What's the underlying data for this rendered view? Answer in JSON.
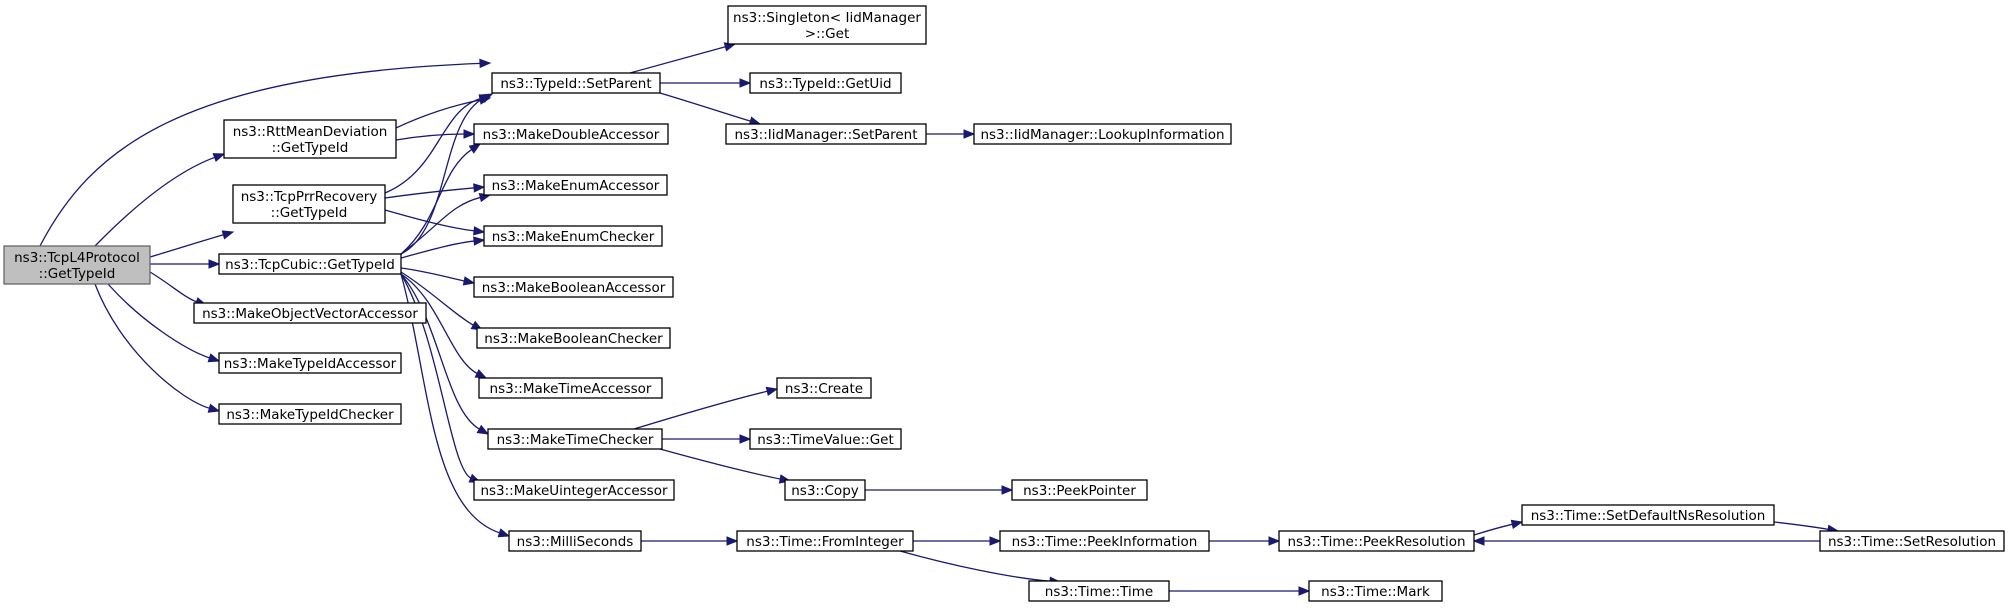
{
  "nodes": [
    {
      "id": "root",
      "lines": [
        "ns3::TcpL4Protocol",
        "::GetTypeId"
      ],
      "root": true
    },
    {
      "id": "rtt",
      "lines": [
        "ns3::RttMeanDeviation",
        "::GetTypeId"
      ]
    },
    {
      "id": "prr",
      "lines": [
        "ns3::TcpPrrRecovery",
        "::GetTypeId"
      ]
    },
    {
      "id": "cubic",
      "lines": [
        "ns3::TcpCubic::GetTypeId"
      ]
    },
    {
      "id": "movacc",
      "lines": [
        "ns3::MakeObjectVectorAccessor"
      ]
    },
    {
      "id": "tidacc",
      "lines": [
        "ns3::MakeTypeIdAccessor"
      ]
    },
    {
      "id": "tidchk",
      "lines": [
        "ns3::MakeTypeIdChecker"
      ]
    },
    {
      "id": "setparent",
      "lines": [
        "ns3::TypeId::SetParent"
      ]
    },
    {
      "id": "dblacc",
      "lines": [
        "ns3::MakeDoubleAccessor"
      ]
    },
    {
      "id": "enumacc",
      "lines": [
        "ns3::MakeEnumAccessor"
      ]
    },
    {
      "id": "enumchk",
      "lines": [
        "ns3::MakeEnumChecker"
      ]
    },
    {
      "id": "boolacc",
      "lines": [
        "ns3::MakeBooleanAccessor"
      ]
    },
    {
      "id": "boolchk",
      "lines": [
        "ns3::MakeBooleanChecker"
      ]
    },
    {
      "id": "timeacc",
      "lines": [
        "ns3::MakeTimeAccessor"
      ]
    },
    {
      "id": "timechk",
      "lines": [
        "ns3::MakeTimeChecker"
      ]
    },
    {
      "id": "uintacc",
      "lines": [
        "ns3::MakeUintegerAccessor"
      ]
    },
    {
      "id": "milli",
      "lines": [
        "ns3::MilliSeconds"
      ]
    },
    {
      "id": "singleton",
      "lines": [
        "ns3::Singleton< IidManager",
        " >::Get"
      ]
    },
    {
      "id": "getuid",
      "lines": [
        "ns3::TypeId::GetUid"
      ]
    },
    {
      "id": "iidset",
      "lines": [
        "ns3::IidManager::SetParent"
      ]
    },
    {
      "id": "lookup",
      "lines": [
        "ns3::IidManager::LookupInformation"
      ]
    },
    {
      "id": "create",
      "lines": [
        "ns3::Create"
      ]
    },
    {
      "id": "tvget",
      "lines": [
        "ns3::TimeValue::Get"
      ]
    },
    {
      "id": "copy",
      "lines": [
        "ns3::Copy"
      ]
    },
    {
      "id": "peekptr",
      "lines": [
        "ns3::PeekPointer"
      ]
    },
    {
      "id": "fromint",
      "lines": [
        "ns3::Time::FromInteger"
      ]
    },
    {
      "id": "peekinfo",
      "lines": [
        "ns3::Time::PeekInformation"
      ]
    },
    {
      "id": "timetime",
      "lines": [
        "ns3::Time::Time"
      ]
    },
    {
      "id": "peekres",
      "lines": [
        "ns3::Time::PeekResolution"
      ]
    },
    {
      "id": "setdef",
      "lines": [
        "ns3::Time::SetDefaultNsResolution"
      ]
    },
    {
      "id": "setres",
      "lines": [
        "ns3::Time::SetResolution"
      ]
    },
    {
      "id": "mark",
      "lines": [
        "ns3::Time::Mark"
      ]
    }
  ],
  "edges": [
    [
      "root",
      "setparent"
    ],
    [
      "root",
      "rtt"
    ],
    [
      "root",
      "prr"
    ],
    [
      "root",
      "cubic"
    ],
    [
      "root",
      "movacc"
    ],
    [
      "root",
      "tidacc"
    ],
    [
      "root",
      "tidchk"
    ],
    [
      "rtt",
      "setparent"
    ],
    [
      "rtt",
      "dblacc"
    ],
    [
      "prr",
      "setparent"
    ],
    [
      "prr",
      "enumacc"
    ],
    [
      "prr",
      "enumchk"
    ],
    [
      "cubic",
      "setparent"
    ],
    [
      "cubic",
      "dblacc"
    ],
    [
      "cubic",
      "enumacc"
    ],
    [
      "cubic",
      "enumchk"
    ],
    [
      "cubic",
      "boolacc"
    ],
    [
      "cubic",
      "boolchk"
    ],
    [
      "cubic",
      "timeacc"
    ],
    [
      "cubic",
      "timechk"
    ],
    [
      "cubic",
      "uintacc"
    ],
    [
      "cubic",
      "milli"
    ],
    [
      "setparent",
      "singleton"
    ],
    [
      "setparent",
      "getuid"
    ],
    [
      "setparent",
      "iidset"
    ],
    [
      "iidset",
      "lookup"
    ],
    [
      "timechk",
      "create"
    ],
    [
      "timechk",
      "tvget"
    ],
    [
      "timechk",
      "copy"
    ],
    [
      "copy",
      "peekptr"
    ],
    [
      "milli",
      "fromint"
    ],
    [
      "fromint",
      "peekinfo"
    ],
    [
      "fromint",
      "timetime"
    ],
    [
      "peekinfo",
      "peekres"
    ],
    [
      "peekres",
      "setdef"
    ],
    [
      "setdef",
      "setres"
    ],
    [
      "setres",
      "peekres"
    ],
    [
      "timetime",
      "mark"
    ]
  ]
}
